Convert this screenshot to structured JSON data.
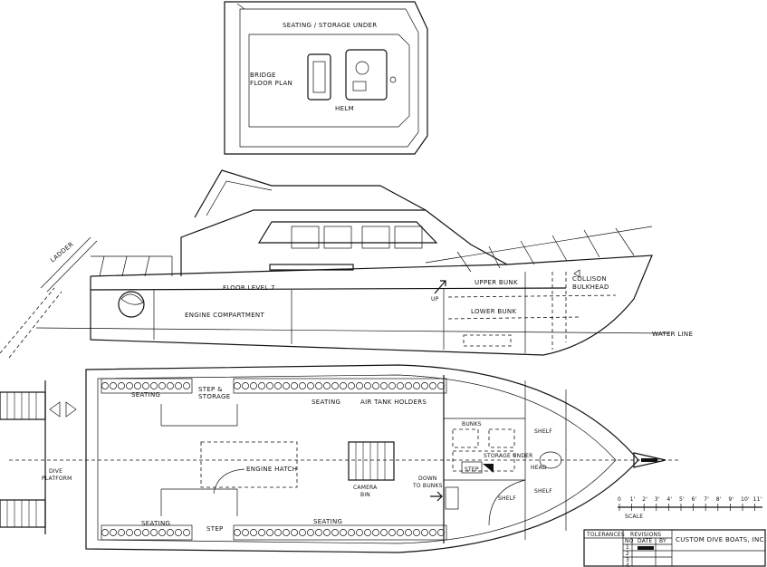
{
  "bridge": {
    "title_line1": "BRIDGE",
    "title_line2": "FLOOR PLAN",
    "seating": "SEATING / STORAGE UNDER",
    "helm": "HELM"
  },
  "profile": {
    "ladder": "LADDER",
    "floor_level": "FLOOR LEVEL 7",
    "upper_bunk": "UPPER BUNK",
    "lower_bunk": "LOWER BUNK",
    "collison_line1": "COLLISON",
    "collison_line2": "BULKHEAD",
    "engine": "ENGINE COMPARTMENT",
    "water_line": "WATER LINE",
    "up": "UP"
  },
  "plan": {
    "seating_aft_top": "SEATING",
    "step_storage_line1": "STEP &",
    "step_storage_line2": "STORAGE",
    "seating_mid_top": "SEATING",
    "air_tank_holders": "AIR TANK HOLDERS",
    "bunks": "BUNKS",
    "shelf_top": "SHELF",
    "storage_under": "STORAGE UNDER",
    "head": "HEAD",
    "step_small": "STEP",
    "shelf_bottom_left": "SHELF",
    "shelf_bottom_right": "SHELF",
    "dive_platform_line1": "DIVE",
    "dive_platform_line2": "PLATFORM",
    "engine_hatch": "ENGINE HATCH",
    "camera_bin_line1": "CAMERA",
    "camera_bin_line2": "BIN",
    "down_to_bunks_line1": "DOWN",
    "down_to_bunks_line2": "TO BUNKS",
    "seating_aft_bottom": "SEATING",
    "step_bottom": "STEP",
    "seating_mid_bottom": "SEATING"
  },
  "scale": {
    "ticks": [
      "0",
      "1'",
      "2'",
      "3'",
      "4'",
      "5'",
      "6'",
      "7'",
      "8'",
      "9'",
      "10'",
      "11'"
    ],
    "label": "SCALE"
  },
  "title_block": {
    "tolerances": "TOLERANCES",
    "revisions": "REVISIONS",
    "no": "NO",
    "date": "DATE",
    "by": "BY",
    "rows": [
      "1",
      "2",
      "3",
      "4"
    ],
    "company": "CUSTOM DIVE BOATS, INC."
  }
}
